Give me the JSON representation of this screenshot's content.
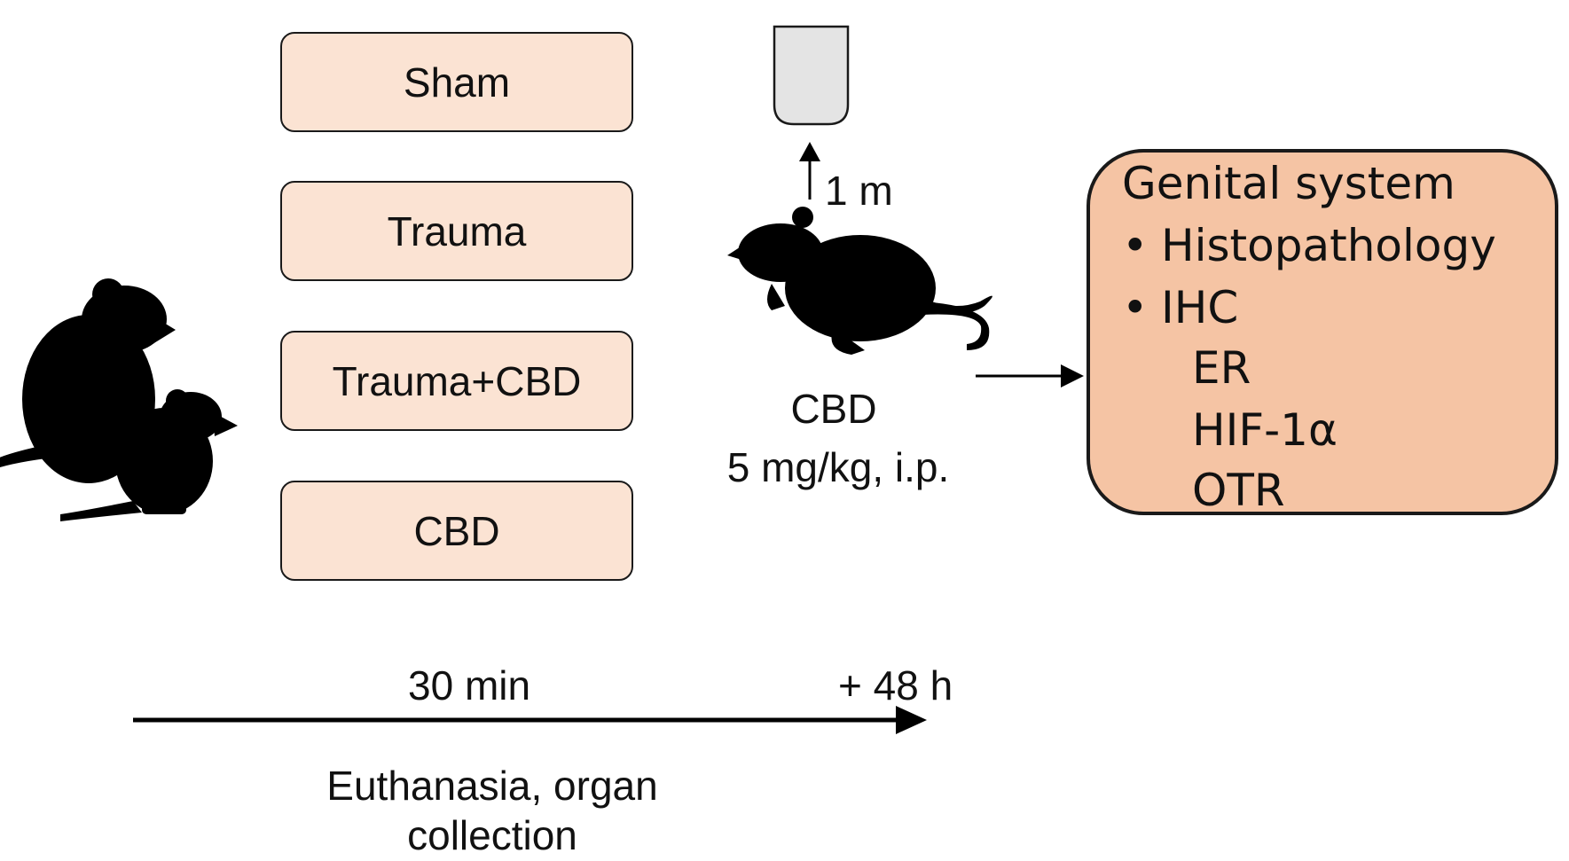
{
  "groups": [
    "Sham",
    "Trauma",
    "Trauma+CBD",
    "CBD"
  ],
  "treatment": {
    "route_arrow_label": "1 m",
    "drug": "CBD",
    "dose": "5 mg/kg, i.p."
  },
  "timeline": {
    "start_label": "30 min",
    "end_label": "+ 48 h",
    "endpoint_line1": "Euthanasia, organ",
    "endpoint_line2": "collection"
  },
  "outcome": {
    "title": "Genital system",
    "bullets": [
      "Histopathology",
      "IHC"
    ],
    "ihc_markers": [
      "ER",
      "HIF-1α",
      "OTR"
    ]
  },
  "icons": [
    "rat-pair-icon",
    "beaker-icon",
    "rat-icon"
  ],
  "colors": {
    "group_fill": "#fbe3d3",
    "outcome_fill": "#f5c4a4",
    "beaker_fill": "#e4e4e4"
  }
}
